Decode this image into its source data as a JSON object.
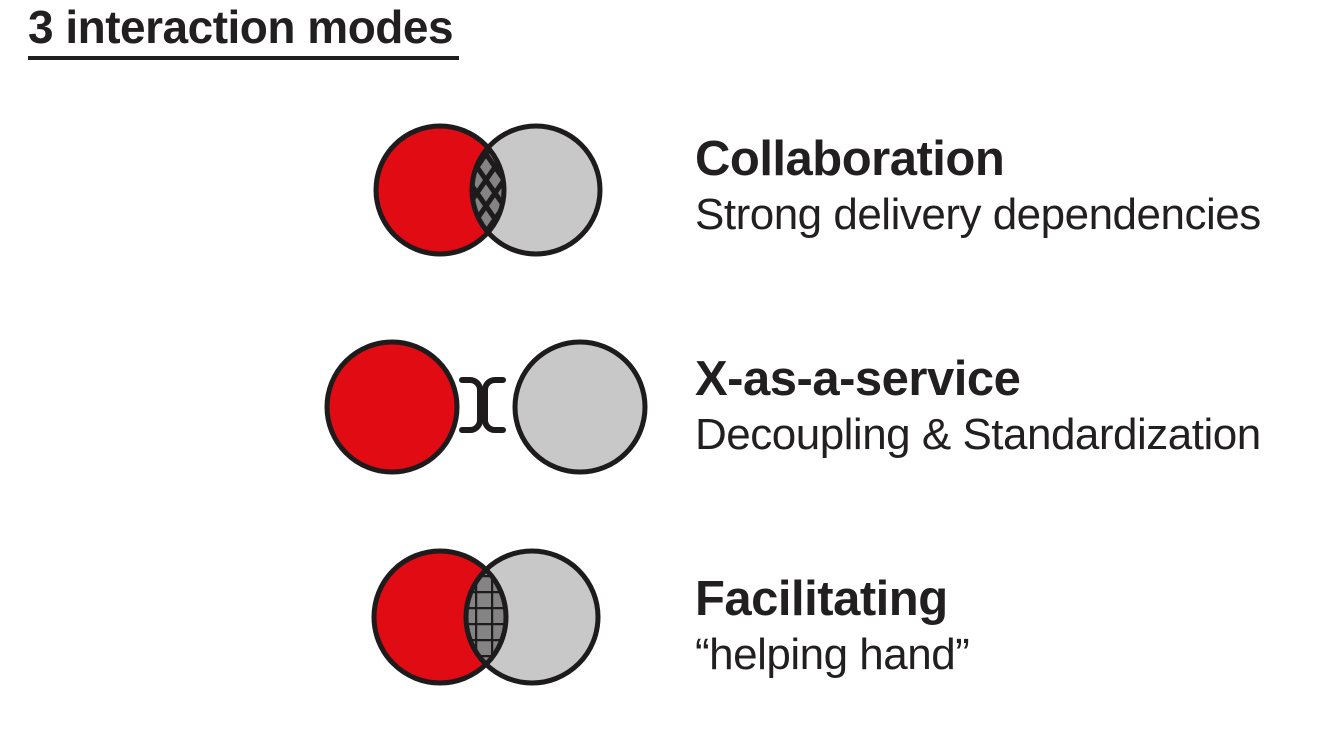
{
  "title": "3 interaction modes",
  "modes": [
    {
      "name": "Collaboration",
      "description": "Strong delivery dependencies",
      "icon": "overlapping-circles-crosshatch"
    },
    {
      "name": "X-as-a-service",
      "description": "Decoupling & Standardization",
      "icon": "separated-circles-brackets"
    },
    {
      "name": "Facilitating",
      "description": "“helping hand”",
      "icon": "overlapping-circles-grid"
    }
  ],
  "colors": {
    "team_red": "#e00b13",
    "team_gray": "#c8c8c8",
    "overlap_gray": "#848484",
    "line_black": "#1d1b1c",
    "text_dark": "#221f20",
    "background": "#ffffff"
  }
}
